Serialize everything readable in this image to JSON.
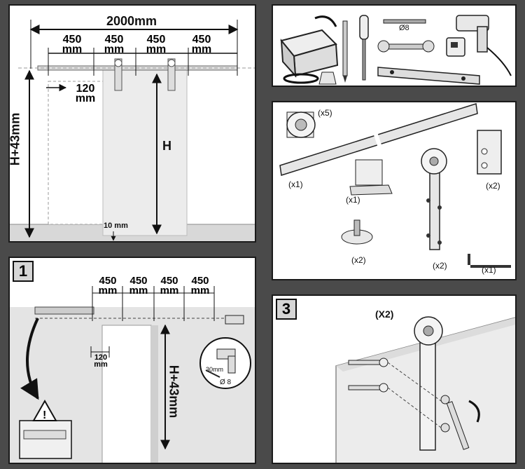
{
  "panel_top_left": {
    "total_width": "2000mm",
    "spacing_value": "450",
    "spacing_unit": "mm",
    "offset_value": "120",
    "offset_unit": "mm",
    "height_label": "H",
    "total_height_label": "H+43mm",
    "floor_gap_label": "10 mm"
  },
  "panel_tools": {
    "drill_bit_label": "Ø8"
  },
  "panel_parts": {
    "spacer_qty": "(x5)",
    "track_qty": "(x1)",
    "floor_guide_qty": "(x1)",
    "stopper_qty": "(x2)",
    "bumper_qty": "(x2)",
    "hanger_qty": "(x2)",
    "allen_key_qty": "(x1)"
  },
  "step1": {
    "number": "1",
    "spacing_value": "450",
    "spacing_unit": "mm",
    "offset_value": "120",
    "offset_unit": "mm",
    "height_label": "H+43mm",
    "depth_label": "30mm",
    "diameter_label": "Ø 8"
  },
  "step3": {
    "number": "3",
    "quantity_label": "(X2)"
  }
}
